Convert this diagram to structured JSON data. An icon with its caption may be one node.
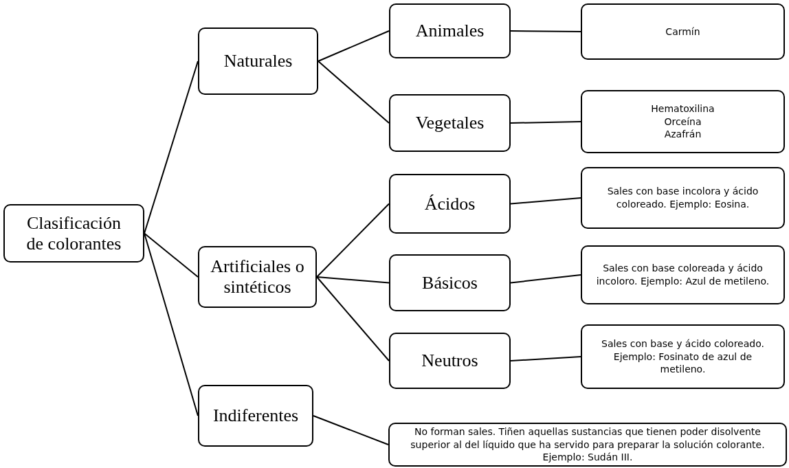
{
  "diagram": {
    "nodes": [
      {
        "text": [
          "Clasificación de colorantes"
        ]
      },
      {
        "text": [
          "Naturales"
        ]
      },
      {
        "text": [
          "Artificiales o sintéticos"
        ]
      },
      {
        "text": [
          "Indiferentes"
        ]
      },
      {
        "text": [
          "Animales"
        ]
      },
      {
        "text": [
          "Vegetales"
        ]
      },
      {
        "text": [
          "Ácidos"
        ]
      },
      {
        "text": [
          "Básicos"
        ]
      },
      {
        "text": [
          "Neutros"
        ]
      },
      {
        "text": [
          "Carmín"
        ]
      },
      {
        "text": [
          "Hematoxilina",
          "Orceína",
          "Azafrán"
        ]
      },
      {
        "text": [
          "Sales con base incolora y ácido coloreado. Ejemplo: Eosina."
        ]
      },
      {
        "text": [
          "Sales con base coloreada y ácido incoloro. Ejemplo: Azul de metileno."
        ]
      },
      {
        "text": [
          "Sales con base y ácido coloreado. Ejemplo: Fosinato de azul de metileno."
        ]
      },
      {
        "text": [
          "No forman sales. Tiñen aquellas sustancias que tienen poder disolvente superior al del líquido que ha servido para preparar la solución colorante. Ejemplo: Sudán III."
        ]
      }
    ],
    "edges": [
      {
        "from": 0,
        "to": 1,
        "arrow": "none"
      },
      {
        "from": 0,
        "to": 2,
        "arrow": "none"
      },
      {
        "from": 0,
        "to": 3,
        "arrow": "none"
      },
      {
        "from": 1,
        "to": 4,
        "arrow": "none"
      },
      {
        "from": 1,
        "to": 5,
        "arrow": "none"
      },
      {
        "from": 2,
        "to": 6,
        "arrow": "none"
      },
      {
        "from": 2,
        "to": 7,
        "arrow": "none"
      },
      {
        "from": 2,
        "to": 8,
        "arrow": "none"
      },
      {
        "from": 3,
        "to": 14,
        "arrow": "none"
      },
      {
        "from": 4,
        "to": 9,
        "arrow": "none"
      },
      {
        "from": 5,
        "to": 10,
        "arrow": "none"
      },
      {
        "from": 6,
        "to": 11,
        "arrow": "none"
      },
      {
        "from": 7,
        "to": 12,
        "arrow": "none"
      },
      {
        "from": 8,
        "to": 13,
        "arrow": "none"
      }
    ]
  }
}
